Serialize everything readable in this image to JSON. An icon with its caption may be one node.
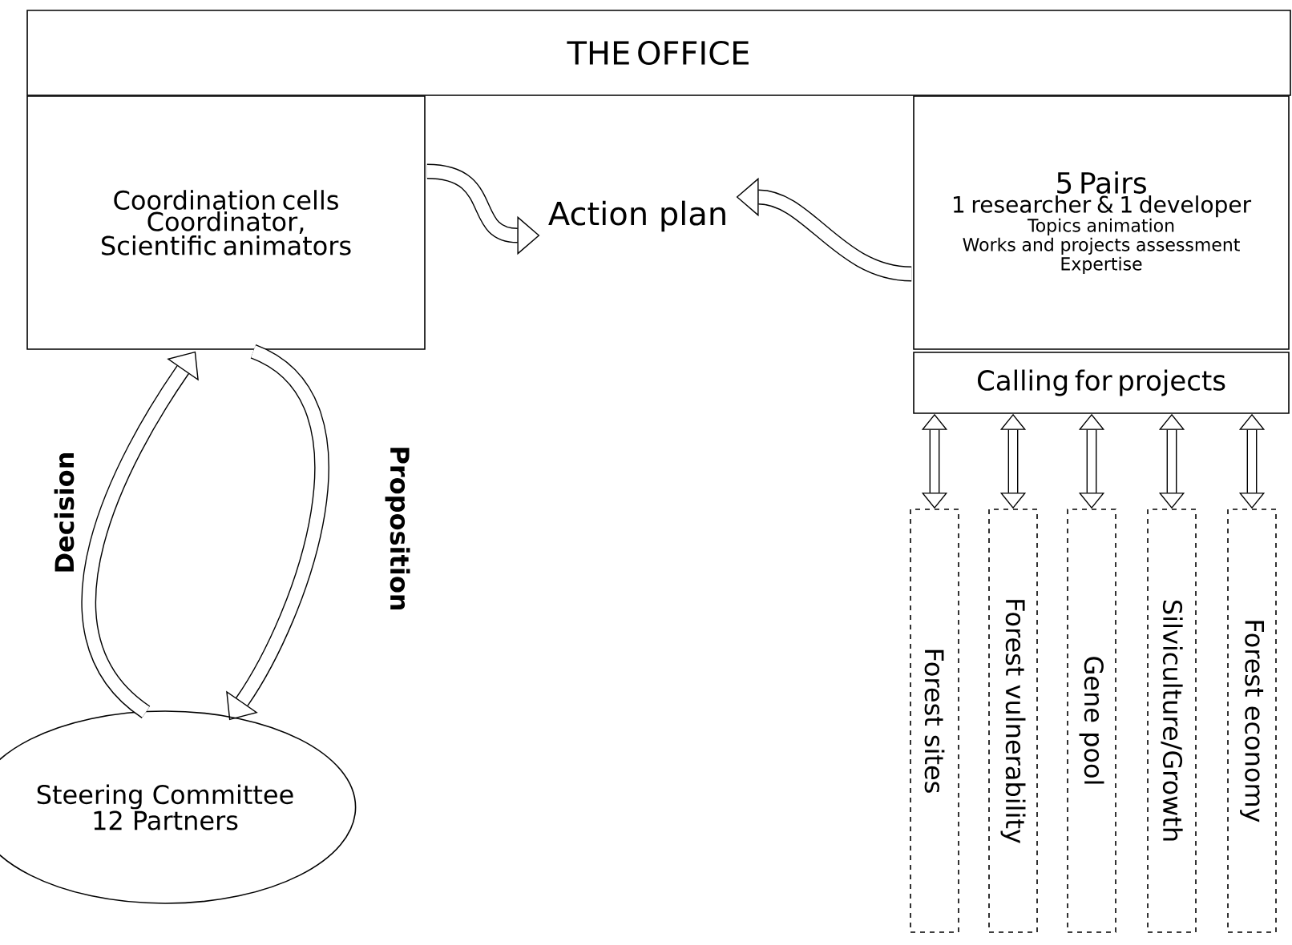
{
  "diagram": {
    "nodes": [
      {
        "text": [
          "THE OFFICE"
        ]
      },
      {
        "text": [
          "Coordination cells",
          "Coordinator, Scientific animators"
        ]
      },
      {
        "text": [
          "Action plan"
        ]
      },
      {
        "text": [
          "5 Pairs",
          "1 researcher & 1 developer",
          "Topics animation",
          "Works and projects assessment",
          "Expertise"
        ]
      },
      {
        "text": [
          "Calling for projects"
        ]
      },
      {
        "text": [
          "Steering Committee",
          "12 Partners"
        ]
      },
      {
        "text": [
          "Forest sites"
        ]
      },
      {
        "text": [
          "Forest vulnerability"
        ]
      },
      {
        "text": [
          "Gene pool"
        ]
      },
      {
        "text": [
          "Silviculture/Growth"
        ]
      },
      {
        "text": [
          "Forest economy"
        ]
      }
    ],
    "edges": [
      {
        "from": 1,
        "to": 2,
        "arrow": "to"
      },
      {
        "from": 3,
        "to": 2,
        "arrow": "to"
      },
      {
        "from": 1,
        "to": 5,
        "arrow": "to",
        "label": "Proposition"
      },
      {
        "from": 5,
        "to": 1,
        "arrow": "to",
        "label": "Decision"
      },
      {
        "from": 4,
        "to": 6,
        "arrow": "both"
      },
      {
        "from": 4,
        "to": 7,
        "arrow": "both"
      },
      {
        "from": 4,
        "to": 8,
        "arrow": "both"
      },
      {
        "from": 4,
        "to": 9,
        "arrow": "both"
      },
      {
        "from": 4,
        "to": 10,
        "arrow": "both"
      }
    ]
  }
}
